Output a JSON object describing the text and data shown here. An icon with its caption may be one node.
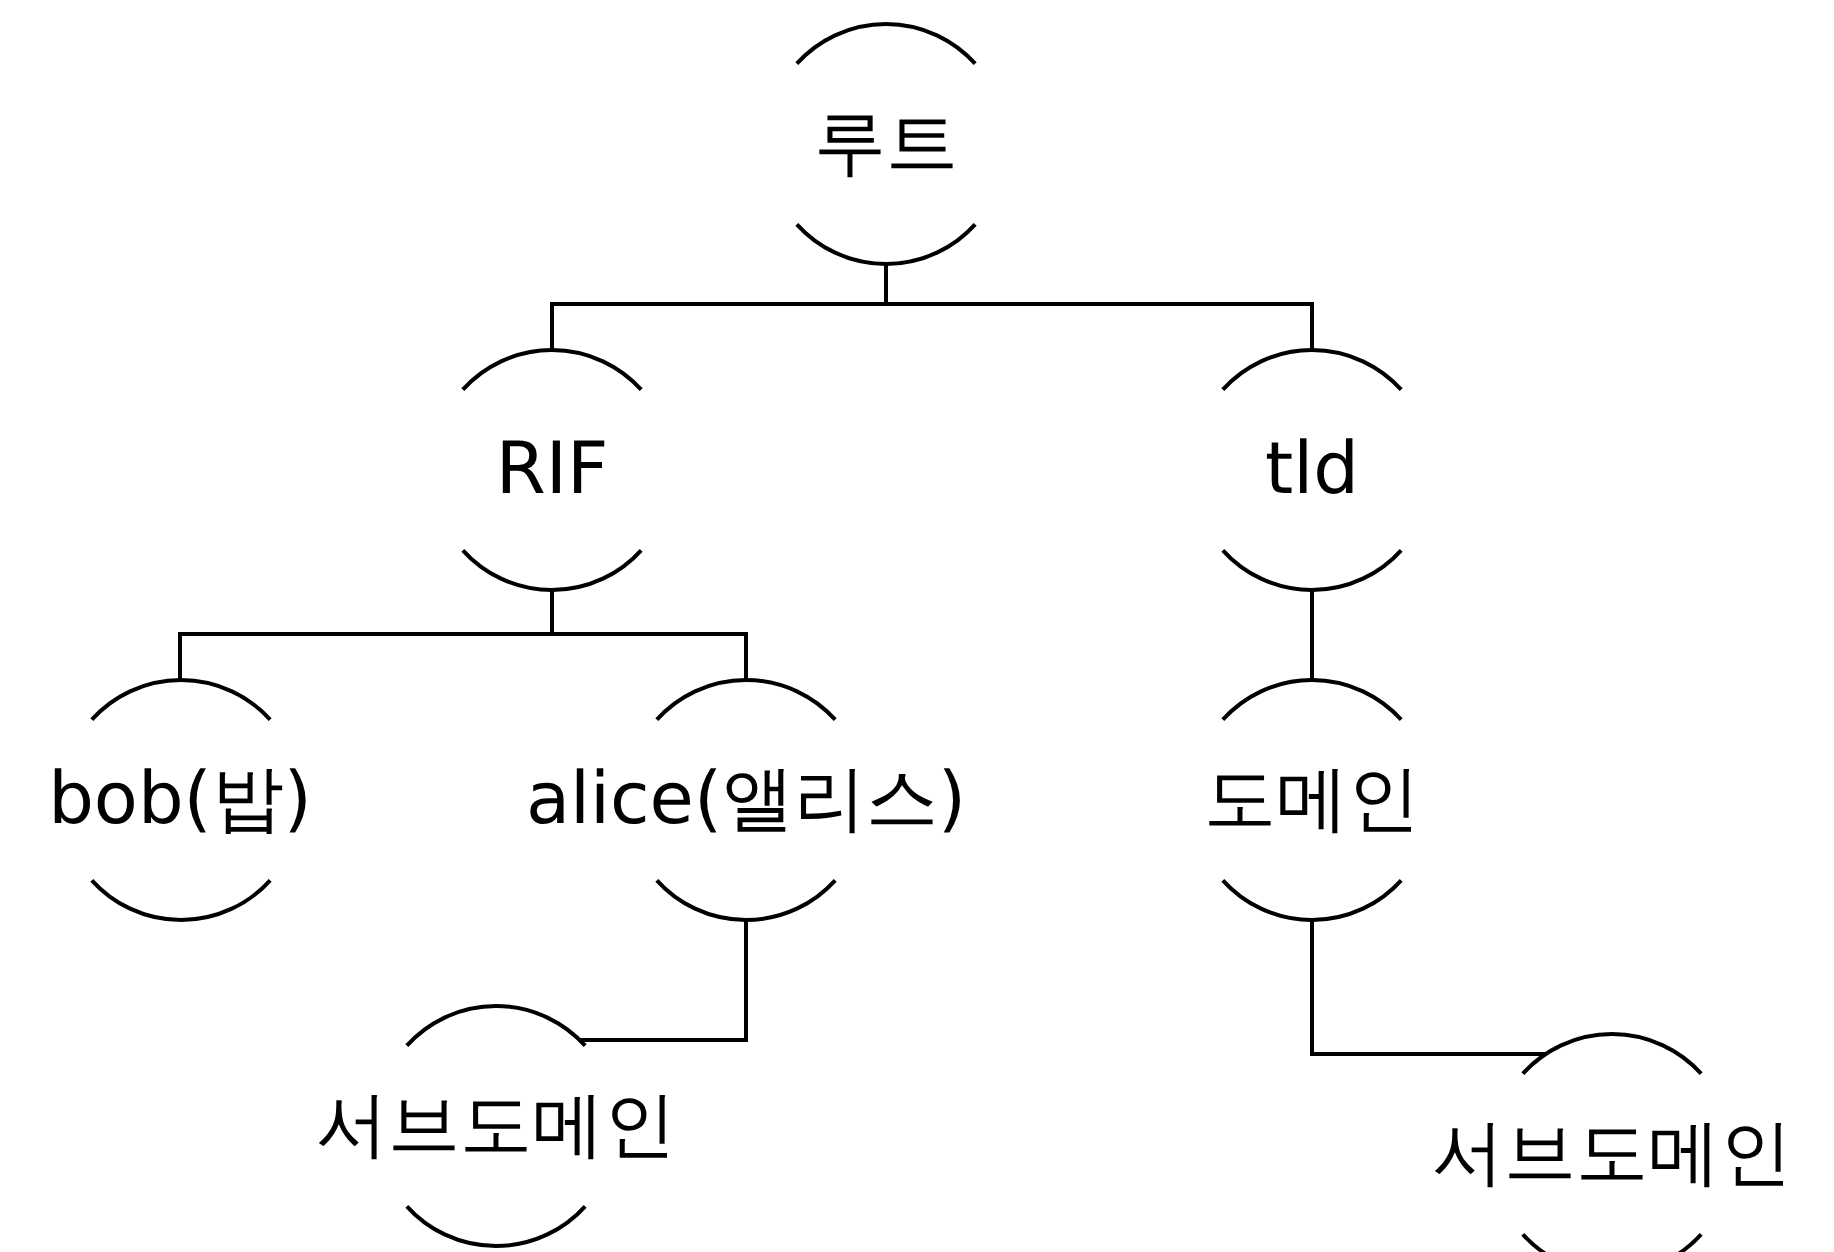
{
  "diagram": {
    "nodes": [
      {
        "text": [
          "루트"
        ]
      },
      {
        "text": [
          "RIF"
        ]
      },
      {
        "text": [
          "tld"
        ]
      },
      {
        "text": [
          "bob(밥)"
        ]
      },
      {
        "text": [
          "alice(앨리스)"
        ]
      },
      {
        "text": [
          "도메인"
        ]
      },
      {
        "text": [
          "서브도메인"
        ]
      },
      {
        "text": [
          "서브도메인"
        ]
      }
    ],
    "edges": [
      {
        "from": 0,
        "to": 1,
        "arrow": "none"
      },
      {
        "from": 0,
        "to": 2,
        "arrow": "none"
      },
      {
        "from": 1,
        "to": 3,
        "arrow": "none"
      },
      {
        "from": 1,
        "to": 4,
        "arrow": "none"
      },
      {
        "from": 4,
        "to": 6,
        "arrow": "none"
      },
      {
        "from": 2,
        "to": 5,
        "arrow": "none"
      },
      {
        "from": 5,
        "to": 7,
        "arrow": "none"
      }
    ]
  }
}
